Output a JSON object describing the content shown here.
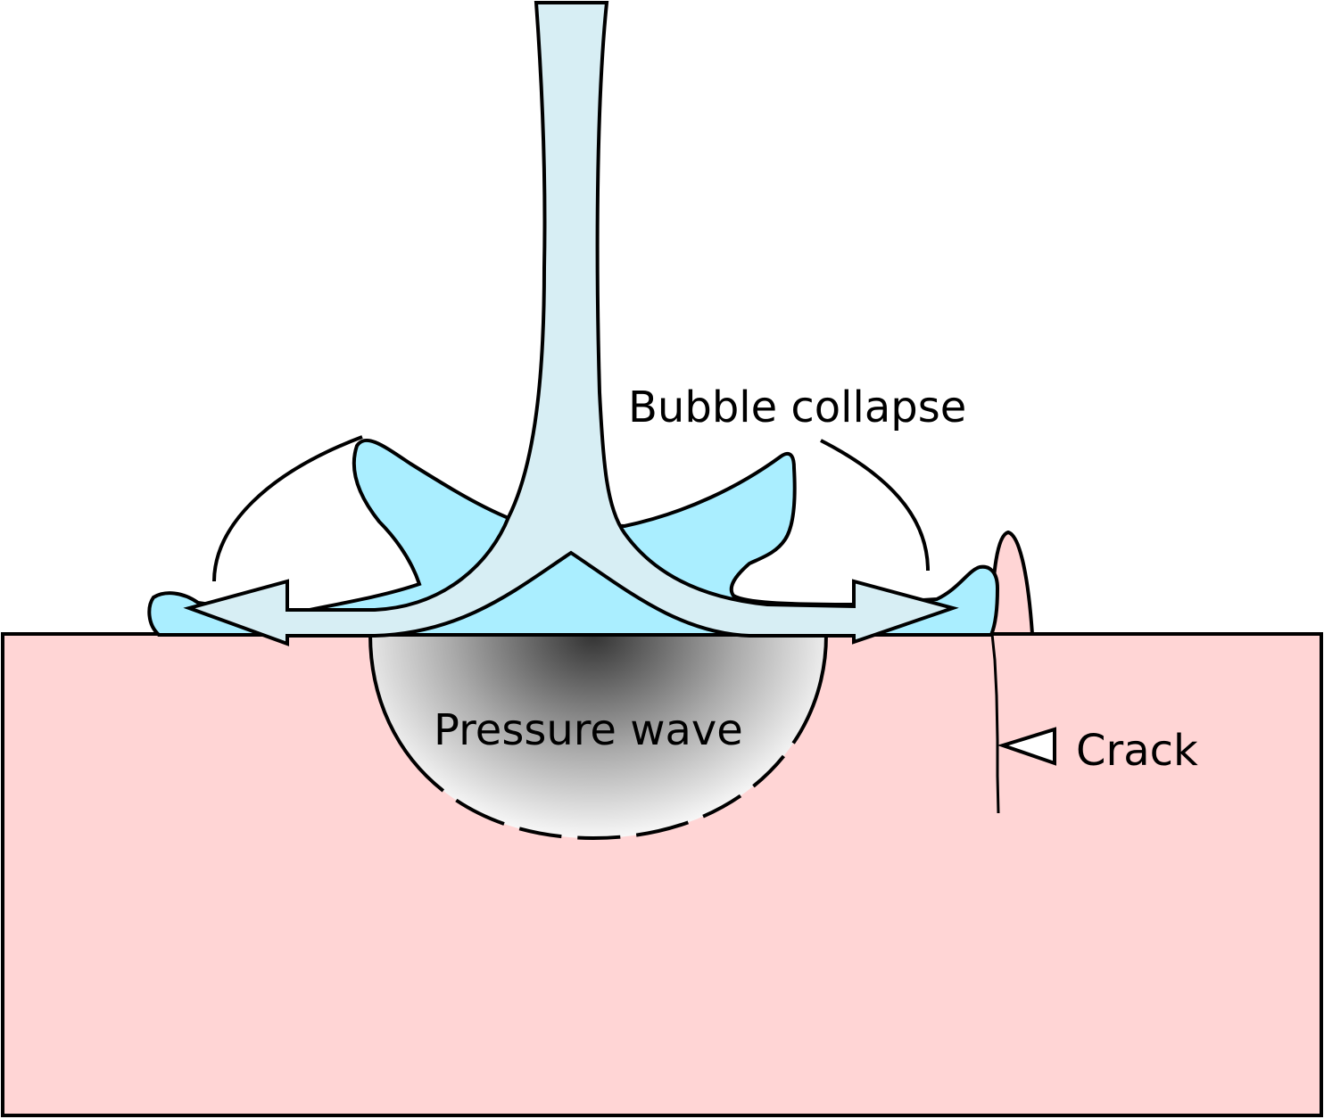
{
  "labels": {
    "bubble_collapse": "Bubble collapse",
    "pressure_wave": "Pressure wave",
    "crack": "Crack"
  },
  "colors": {
    "material": "#ffd5d5",
    "jet_fluid": "#d7eef4",
    "bubble_fluid": "#aaeeff",
    "pressure_center": "#333333",
    "pressure_edge": "#ffffff",
    "outline": "#000000"
  }
}
